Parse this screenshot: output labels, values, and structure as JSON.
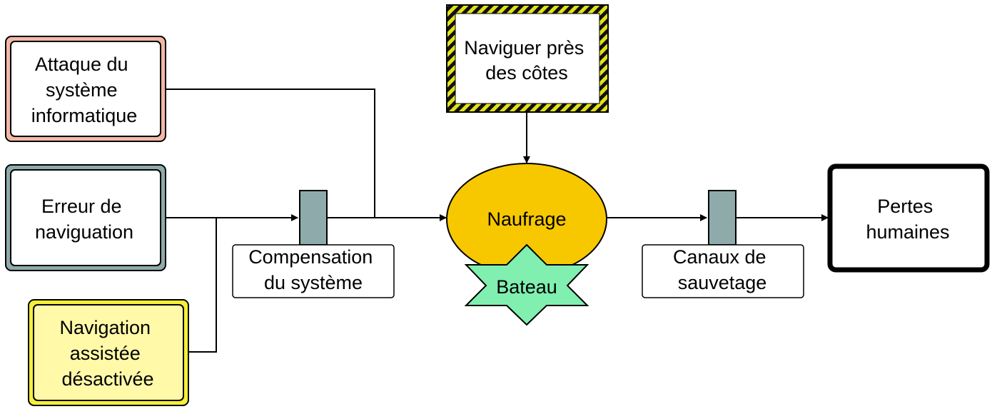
{
  "colors": {
    "cyber_border": "#f2b8a6",
    "error_border": "#8faaaa",
    "nav_border": "#f5ef3a",
    "nav_fill": "#fff9a8",
    "hazard_yellow": "#e2e21a",
    "barrier_fill": "#8faaaa",
    "event_fill": "#f7c800",
    "boat_fill": "#80efb0",
    "line": "#000000"
  },
  "threats": {
    "cyber_attack": [
      "Attaque du",
      "système",
      "informatique"
    ],
    "navigation_error": [
      "Erreur de",
      "naviguation"
    ],
    "assisted_nav_off": [
      "Navigation",
      "assistée",
      "désactivée"
    ]
  },
  "hazard": [
    "Naviguer près",
    "des côtes"
  ],
  "top_event": "Naufrage",
  "asset": "Bateau",
  "barriers": {
    "preventive": [
      "Compensation",
      "du système"
    ],
    "mitigative": [
      "Canaux de",
      "sauvetage"
    ]
  },
  "consequence": [
    "Pertes",
    "humaines"
  ]
}
